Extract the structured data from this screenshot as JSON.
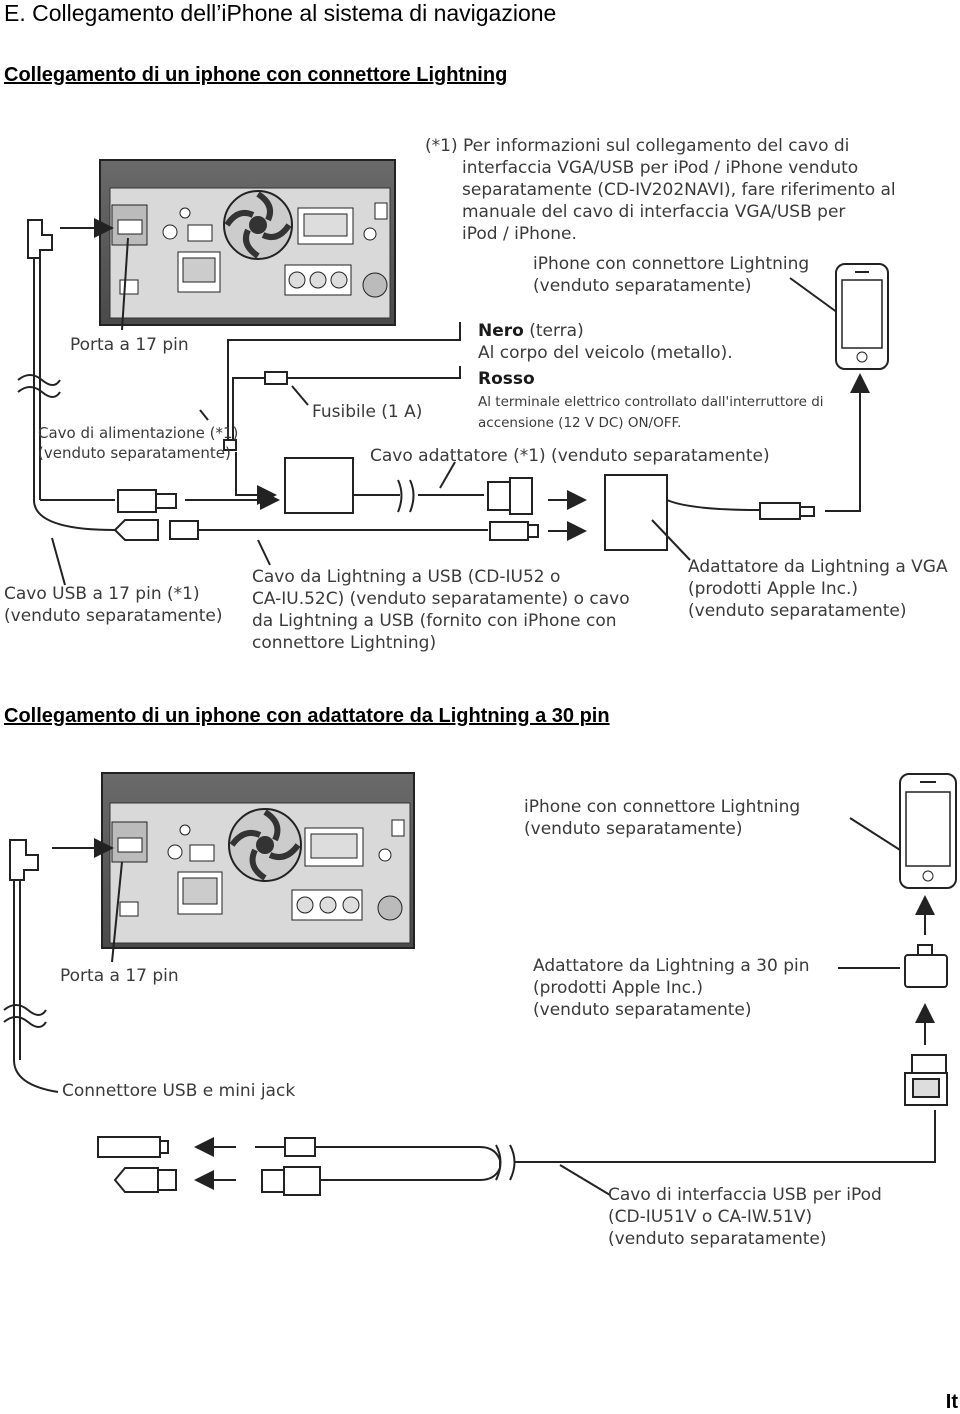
{
  "page": {
    "title": "E. Collegamento dell’iPhone al sistema di navigazione",
    "page_label": "It"
  },
  "diagram1": {
    "heading": "Collegamento di un iphone con connettore Lightning",
    "note": [
      "(*1) Per informazioni sul collegamento del cavo di",
      "interfaccia VGA/USB per iPod / iPhone venduto",
      "separatamente (CD-IV202NAVI), fare riferimento al",
      "manuale del cavo di interfaccia VGA/USB per",
      "iPod / iPhone."
    ],
    "iphone_label": [
      "iPhone con connettore Lightning",
      "(venduto separatamente)"
    ],
    "port17": "Porta a 17 pin",
    "black_title": "Nero",
    "black_suffix": " (terra)",
    "black_desc": "Al corpo del veicolo (metallo).",
    "red_title": "Rosso",
    "red_desc": [
      "Al terminale elettrico controllato dall'interruttore di",
      "accensione (12 V DC) ON/OFF."
    ],
    "fuse": "Fusibile (1 A)",
    "power_cable": [
      "Cavo di alimentazione (*1)",
      "(venduto separatamente)"
    ],
    "adapter_cable": "Cavo adattatore (*1) (venduto separatamente)",
    "usb17": [
      "Cavo USB a 17 pin (*1)",
      "(venduto separatamente)"
    ],
    "lightning_usb": [
      "Cavo da Lightning a USB (CD-IU52 o",
      "CA-IU.52C) (venduto separatamente) o cavo",
      "da Lightning a USB (fornito con iPhone con",
      "connettore Lightning)"
    ],
    "vga_adapter": [
      "Adattatore da Lightning a VGA",
      "(prodotti Apple Inc.)",
      "(venduto separatamente)"
    ]
  },
  "diagram2": {
    "heading": "Collegamento di un iphone con adattatore da Lightning a 30 pin",
    "iphone_label": [
      "iPhone con connettore Lightning",
      "(venduto separatamente)"
    ],
    "port17": "Porta a 17 pin",
    "adapter30": [
      "Adattatore da Lightning a 30 pin",
      "(prodotti Apple Inc.)",
      "(venduto separatamente)"
    ],
    "usb_jack": "Connettore USB e mini jack",
    "ipod_cable": [
      "Cavo di interfaccia USB per iPod",
      "(CD-IU51V o CA-IW.51V)",
      "(venduto separatamente)"
    ]
  }
}
